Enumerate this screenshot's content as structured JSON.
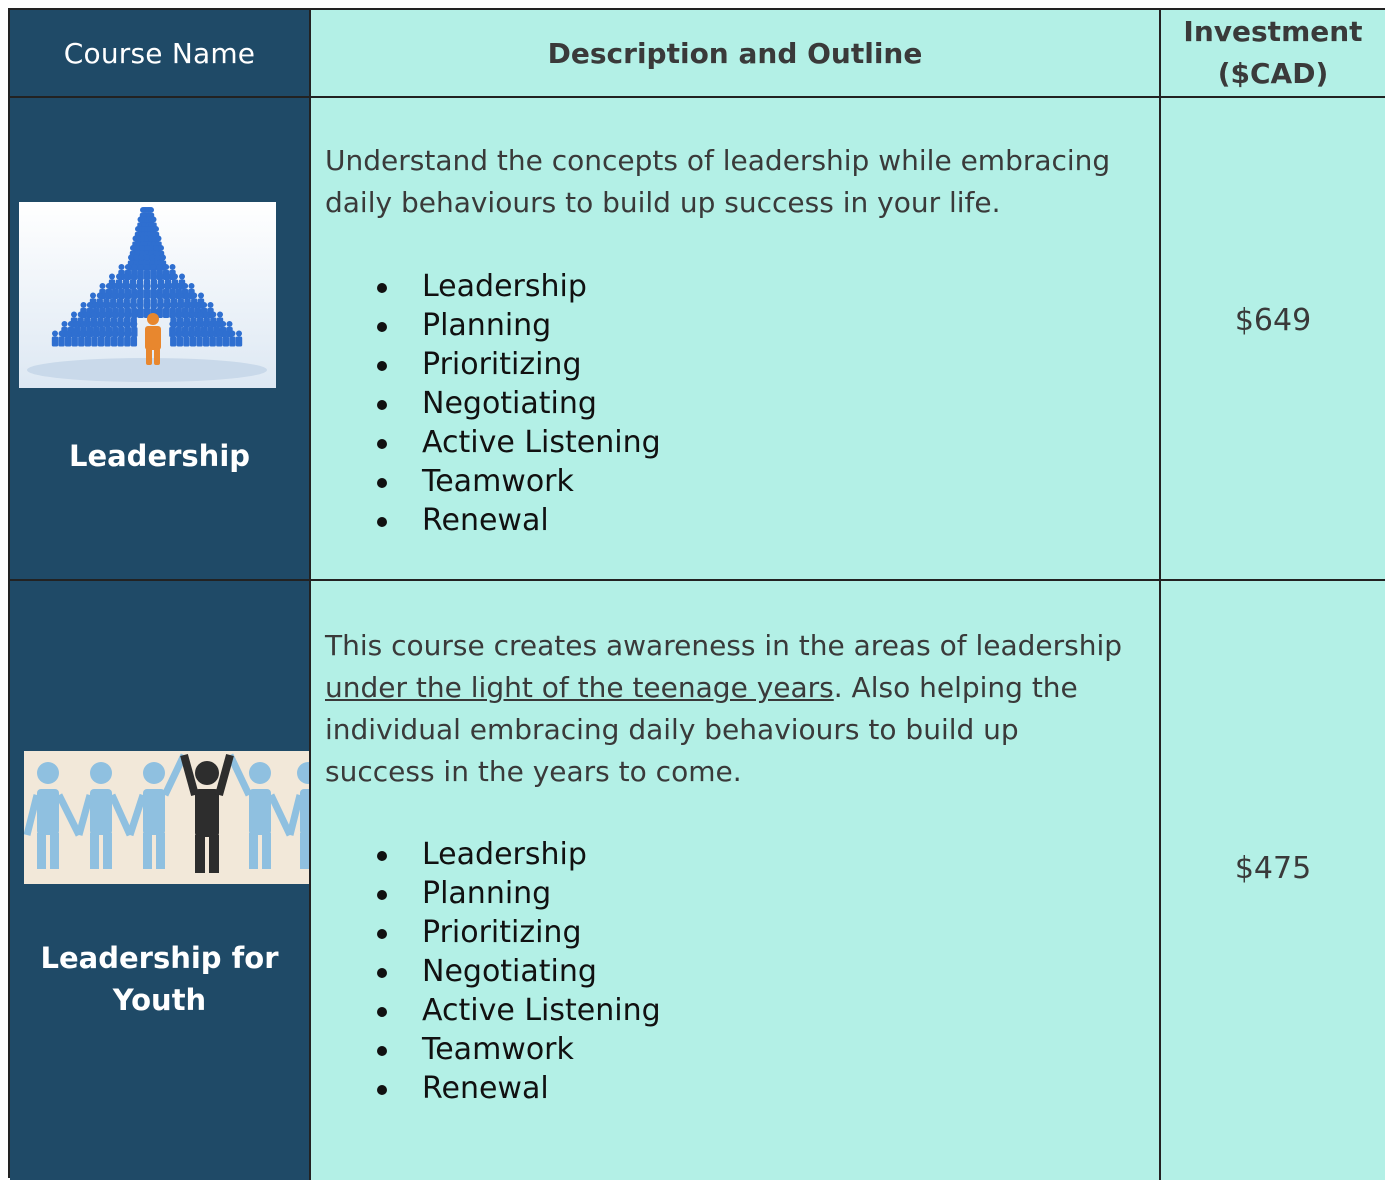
{
  "header": {
    "course_name": "Course Name",
    "description": "Description and Outline",
    "investment_line1": "Investment",
    "investment_line2": "($CAD)"
  },
  "courses": [
    {
      "name": "Leadership",
      "name_line2": "",
      "description": "Understand the concepts of leadership while embracing daily behaviours to build up success in your life.",
      "outline": [
        "Leadership",
        "Planning",
        "Prioritizing",
        "Negotiating",
        "Active Listening",
        "Teamwork",
        "Renewal"
      ],
      "price": "$649"
    },
    {
      "name": "Leadership for",
      "name_line2": "Youth",
      "description_part1": "This course creates awareness in the areas of leadership ",
      "description_underlined": "under the light of the teenage years",
      "description_part2": ". Also helping the individual embracing daily behaviours to build up success in the years to come.",
      "outline": [
        "Leadership",
        "Planning",
        "Prioritizing",
        "Negotiating",
        "Active Listening",
        "Teamwork",
        "Renewal"
      ],
      "price": "$475"
    }
  ],
  "colors": {
    "navy": "#1f4a67",
    "mint": "#b3f0e6",
    "figure_blue": "#2f6fd0",
    "figure_orange": "#e8872e",
    "figure_lightblue": "#8fc0e0",
    "figure_dark": "#2d2d2d"
  }
}
